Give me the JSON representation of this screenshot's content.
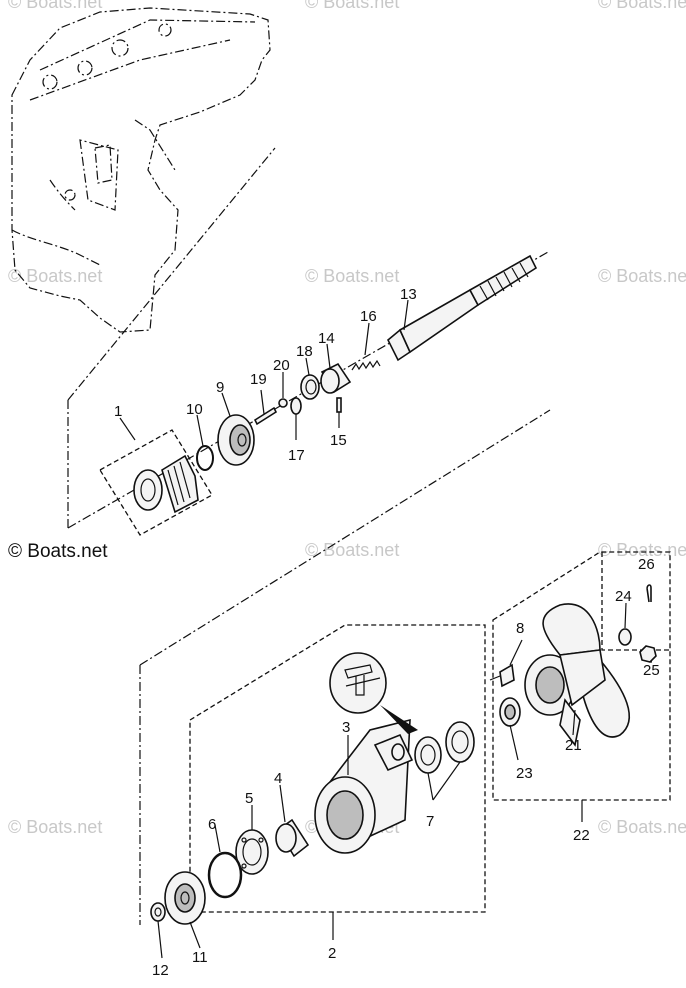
{
  "watermark": "© Boats.net",
  "callouts": {
    "c1": "1",
    "c2": "2",
    "c3": "3",
    "c4": "4",
    "c5": "5",
    "c6": "6",
    "c7": "7",
    "c8": "8",
    "c9": "9",
    "c10": "10",
    "c11": "11",
    "c12": "12",
    "c13": "13",
    "c14": "14",
    "c15": "15",
    "c16": "16",
    "c17": "17",
    "c18": "18",
    "c19": "19",
    "c20": "20",
    "c21": "21",
    "c22": "22",
    "c23": "23",
    "c24": "24",
    "c25": "25",
    "c26": "26"
  }
}
